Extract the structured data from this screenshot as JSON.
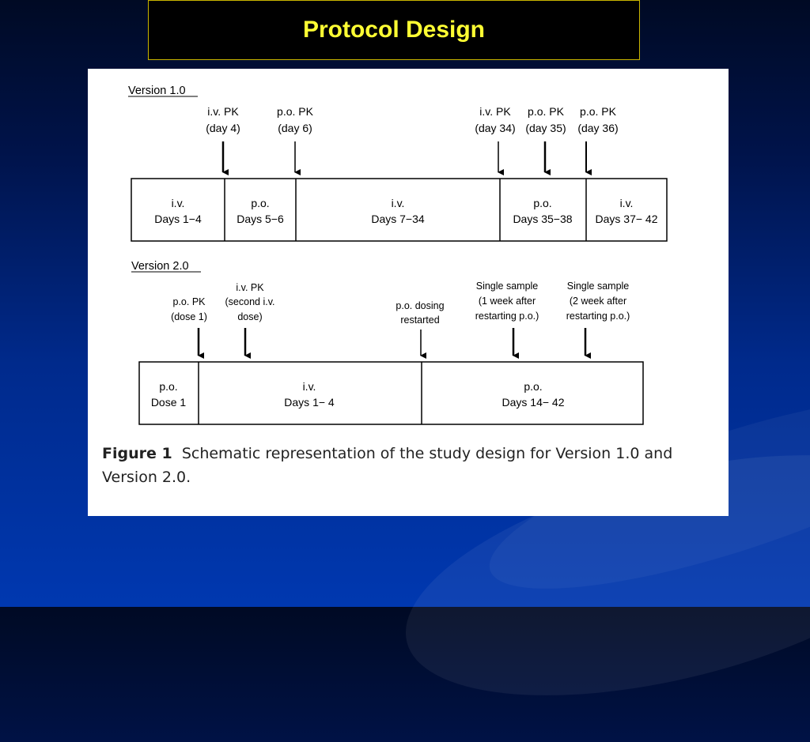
{
  "slide": {
    "title": "Protocol Design",
    "title_color": "#ffff33",
    "background_color": "#00208a"
  },
  "figure": {
    "version1": {
      "label": "Version 1.0",
      "markers": [
        {
          "line1": "i.v. PK",
          "line2": "(day 4)"
        },
        {
          "line1": "p.o. PK",
          "line2": "(day 6)"
        },
        {
          "line1": "i.v. PK",
          "line2": "(day 34)"
        },
        {
          "line1": "p.o. PK",
          "line2": "(day 35)"
        },
        {
          "line1": "p.o. PK",
          "line2": "(day 36)"
        }
      ],
      "segments": [
        {
          "route": "i.v.",
          "days": "Days 1−4"
        },
        {
          "route": "p.o.",
          "days": "Days 5−6"
        },
        {
          "route": "i.v.",
          "days": "Days 7−34"
        },
        {
          "route": "p.o.",
          "days": "Days 35−38"
        },
        {
          "route": "i.v.",
          "days": "Days 37− 42"
        }
      ]
    },
    "version2": {
      "label": "Version 2.0",
      "markers": [
        {
          "line1": "p.o. PK",
          "line2": "(dose 1)"
        },
        {
          "line1": "i.v. PK",
          "line2": "(second i.v.",
          "line3": "dose)"
        },
        {
          "line1": "p.o. dosing",
          "line2": "restarted"
        },
        {
          "line1": "Single sample",
          "line2": "(1 week after",
          "line3": "restarting p.o.)"
        },
        {
          "line1": "Single sample",
          "line2": "(2 week after",
          "line3": "restarting p.o.)"
        }
      ],
      "segments": [
        {
          "route": "p.o.",
          "days": "Dose 1"
        },
        {
          "route": "i.v.",
          "days": "Days 1− 4"
        },
        {
          "route": "p.o.",
          "days": "Days 14− 42"
        }
      ]
    },
    "caption": {
      "label": "Figure 1",
      "text": "Schematic representation of the study design for Version 1.0 and Version 2.0."
    }
  }
}
